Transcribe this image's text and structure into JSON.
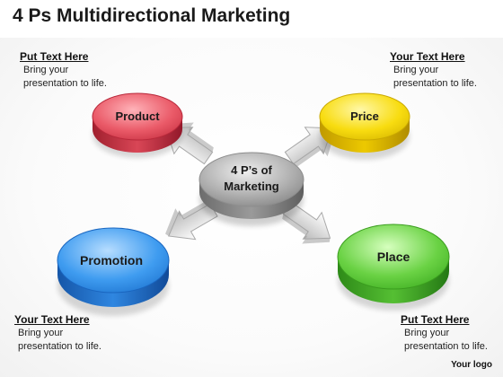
{
  "title": "4 Ps Multidirectional Marketing",
  "center": {
    "line1": "4 P’s of",
    "line2": "Marketing"
  },
  "nodes": {
    "product": {
      "label": "Product",
      "color": "#e8505e"
    },
    "price": {
      "label": "Price",
      "color": "#f5d800"
    },
    "promotion": {
      "label": "Promotion",
      "color": "#2f8fe8"
    },
    "place": {
      "label": "Place",
      "color": "#5cc63a"
    }
  },
  "text_boxes": {
    "top_left": {
      "heading": "Put Text Here",
      "line1": "Bring your",
      "line2": "presentation to life."
    },
    "top_right": {
      "heading": "Your Text Here",
      "line1": "Bring your",
      "line2": "presentation to life."
    },
    "bottom_left": {
      "heading": "Your Text Here",
      "line1": "Bring your",
      "line2": "presentation to life."
    },
    "bottom_right": {
      "heading": "Put Text Here",
      "line1": "Bring your",
      "line2": "presentation to life."
    }
  },
  "logo": "Your logo"
}
